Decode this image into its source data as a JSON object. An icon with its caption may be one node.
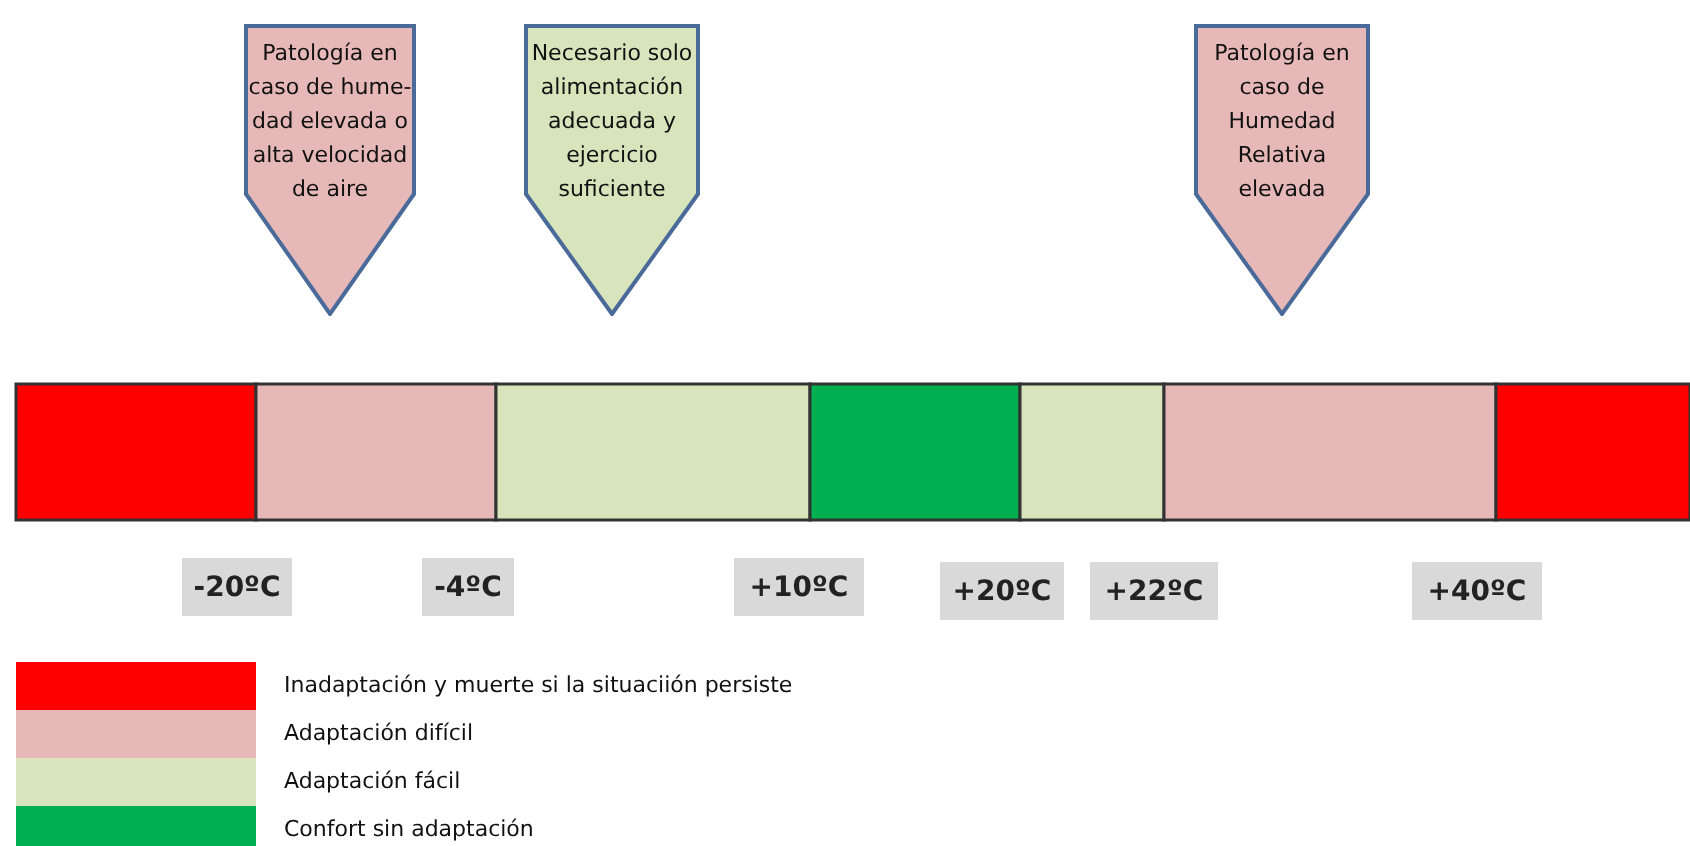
{
  "diagram": {
    "nodes": [
      {
        "text": [
          "Patología en caso de hume- dad elevada o alta velocidad de aire"
        ]
      },
      {
        "text": [
          "Necesario solo alimentación adecuada y ejercicio suficiente"
        ]
      },
      {
        "text": [
          "Patología en caso de Humedad Relativa elevada"
        ]
      }
    ],
    "labels": [
      "-20ºC",
      "-4ºC",
      "+10ºC",
      "+20ºC",
      "+22ºC",
      "+40ºC"
    ],
    "legend": [
      {
        "text": "Inadaptación y muerte si la situaciión persiste",
        "color": "#ff0000"
      },
      {
        "text": "Adaptación difícil",
        "color": "#e6b9b8"
      },
      {
        "text": "Adaptación fácil",
        "color": "#d7e4bc"
      },
      {
        "text": "Confort sin adaptación",
        "color": "#00b050"
      }
    ]
  }
}
